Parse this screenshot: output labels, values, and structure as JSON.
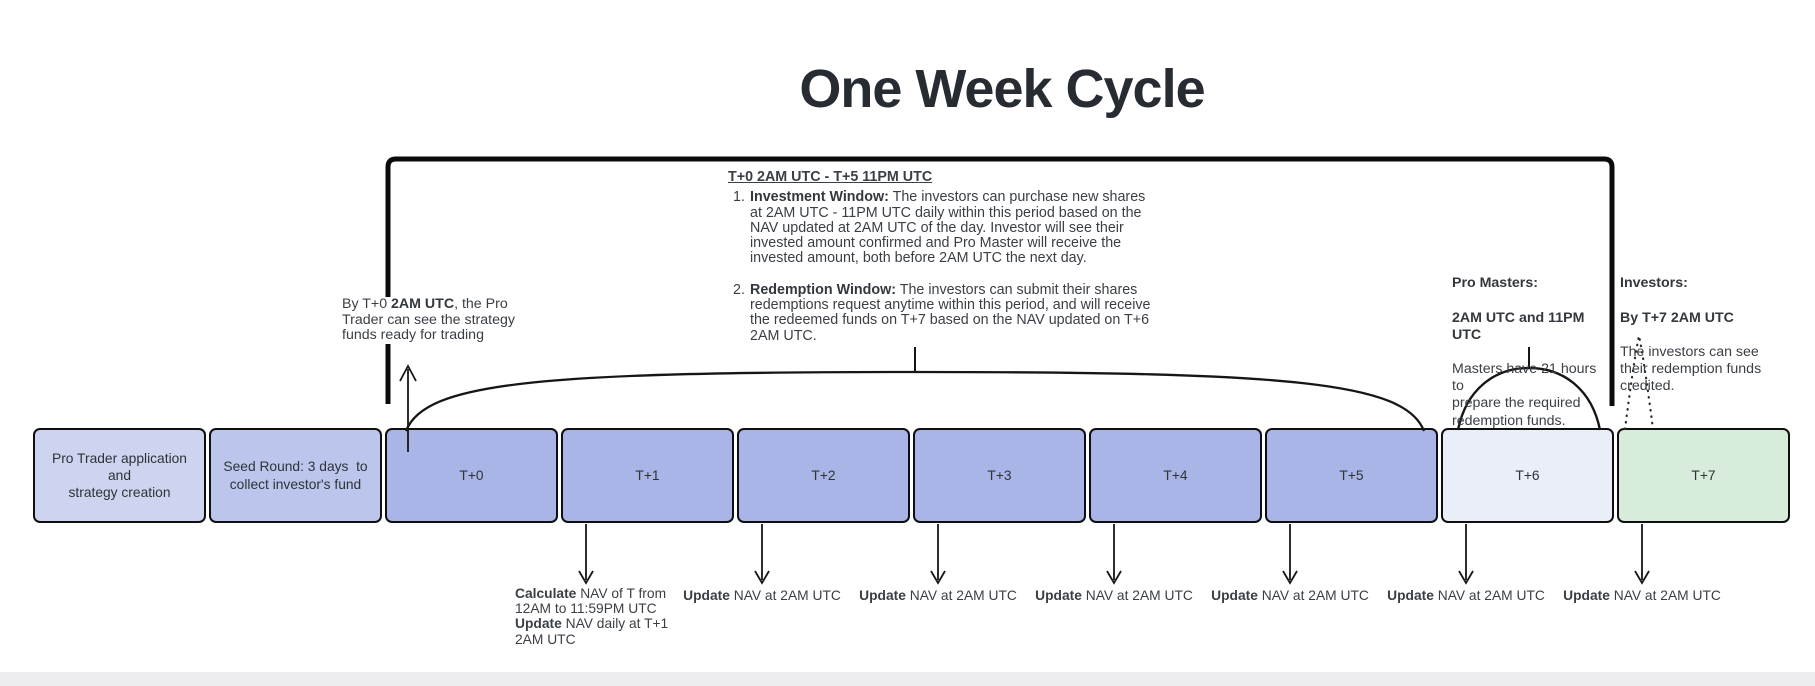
{
  "title": "One Week Cycle",
  "colors": {
    "stage_application": "#cdd4ef",
    "stage_seed": "#bcc5ec",
    "stage_trading_days": "#a9b5e6",
    "stage_t6": "#e9eef8",
    "stage_t7": "#d8ecdc",
    "line": "#111111",
    "text": "#3a3f45"
  },
  "window_block": {
    "heading": "T+0 2AM UTC - T+5 11PM UTC",
    "items": [
      {
        "number": "1.",
        "label": "Investment Window:",
        "text": " The investors can purchase new shares at 2AM UTC - 11PM UTC daily within this period based on the NAV updated at 2AM UTC of the day. Investor will see their invested amount confirmed and Pro Master will receive the invested amount, both before 2AM UTC the next day."
      },
      {
        "number": "2.",
        "label": "Redemption Window:",
        "text": " The investors can submit their shares redemptions request anytime within this period, and will receive the redeemed funds on T+7 based on the NAV updated on T+6 2AM UTC."
      }
    ]
  },
  "left_note": {
    "pre": "By T+0 ",
    "bold": "2AM UTC",
    "post": ", the Pro\nTrader can see the strategy\nfunds ready for trading"
  },
  "pro_masters_note": {
    "title": "Pro Masters:",
    "subtitle": "2AM UTC and 11PM UTC",
    "body": "Masters have 21 hours to\nprepare the required\nredemption funds."
  },
  "investors_note": {
    "title": "Investors:",
    "subtitle": "By T+7 2AM UTC",
    "body": "The investors can see\ntheir redemption funds\ncredited."
  },
  "timeline": {
    "boxes": [
      {
        "label": "Pro Trader application and\nstrategy creation",
        "color": "#cdd4ef"
      },
      {
        "label": "Seed Round: 3 days  to\ncollect investor's fund",
        "color": "#bcc5ec"
      },
      {
        "label": "T+0",
        "color": "#a9b5e6"
      },
      {
        "label": "T+1",
        "color": "#a9b5e6"
      },
      {
        "label": "T+2",
        "color": "#a9b5e6"
      },
      {
        "label": "T+3",
        "color": "#a9b5e6"
      },
      {
        "label": "T+4",
        "color": "#a9b5e6"
      },
      {
        "label": "T+5",
        "color": "#a9b5e6"
      },
      {
        "label": "T+6",
        "color": "#e9eef8"
      },
      {
        "label": "T+7",
        "color": "#d8ecdc"
      }
    ]
  },
  "nav_notes": {
    "calculate": {
      "bold1": "Calculate",
      "text1": " NAV of T from\n12AM to 11:59PM UTC\n",
      "bold2": "Update",
      "text2": " NAV daily at T+1\n2AM UTC"
    },
    "updates": [
      {
        "bold": "Update",
        "text": " NAV at 2AM UTC"
      },
      {
        "bold": "Update",
        "text": " NAV at 2AM UTC"
      },
      {
        "bold": "Update",
        "text": " NAV at 2AM UTC"
      },
      {
        "bold": "Update",
        "text": " NAV at 2AM UTC"
      },
      {
        "bold": "Update",
        "text": " NAV at 2AM UTC"
      },
      {
        "bold": "Update",
        "text": " NAV at 2AM UTC"
      }
    ]
  }
}
